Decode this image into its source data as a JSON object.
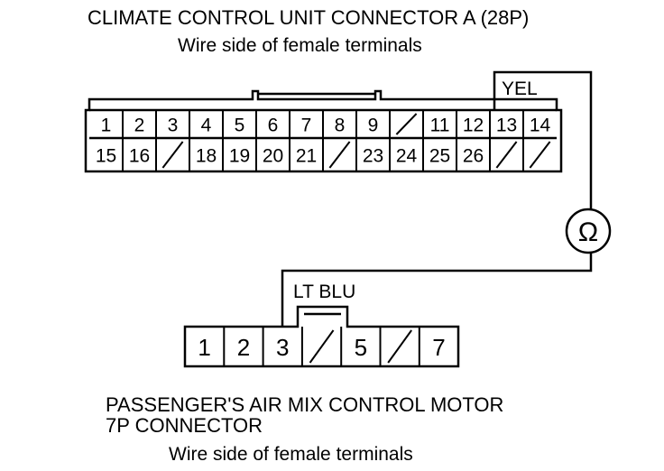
{
  "connector_a": {
    "title": "CLIMATE CONTROL UNIT CONNECTOR A (28P)",
    "subtitle": "Wire side of female terminals",
    "row1": [
      "1",
      "2",
      "3",
      "4",
      "5",
      "6",
      "7",
      "8",
      "9",
      "",
      "11",
      "12",
      "13",
      "14"
    ],
    "row2": [
      "15",
      "16",
      "",
      "18",
      "19",
      "20",
      "21",
      "",
      "23",
      "24",
      "25",
      "26",
      "",
      ""
    ]
  },
  "meter": {
    "symbol": "Ω"
  },
  "wires": {
    "top_color": "YEL",
    "bottom_color": "LT BLU"
  },
  "connector_7p": {
    "title_line1": "PASSENGER'S AIR MIX CONTROL MOTOR",
    "title_line2": "7P CONNECTOR",
    "subtitle": "Wire side of female terminals",
    "pins": [
      "1",
      "2",
      "3",
      "",
      "5",
      "",
      "7"
    ]
  }
}
